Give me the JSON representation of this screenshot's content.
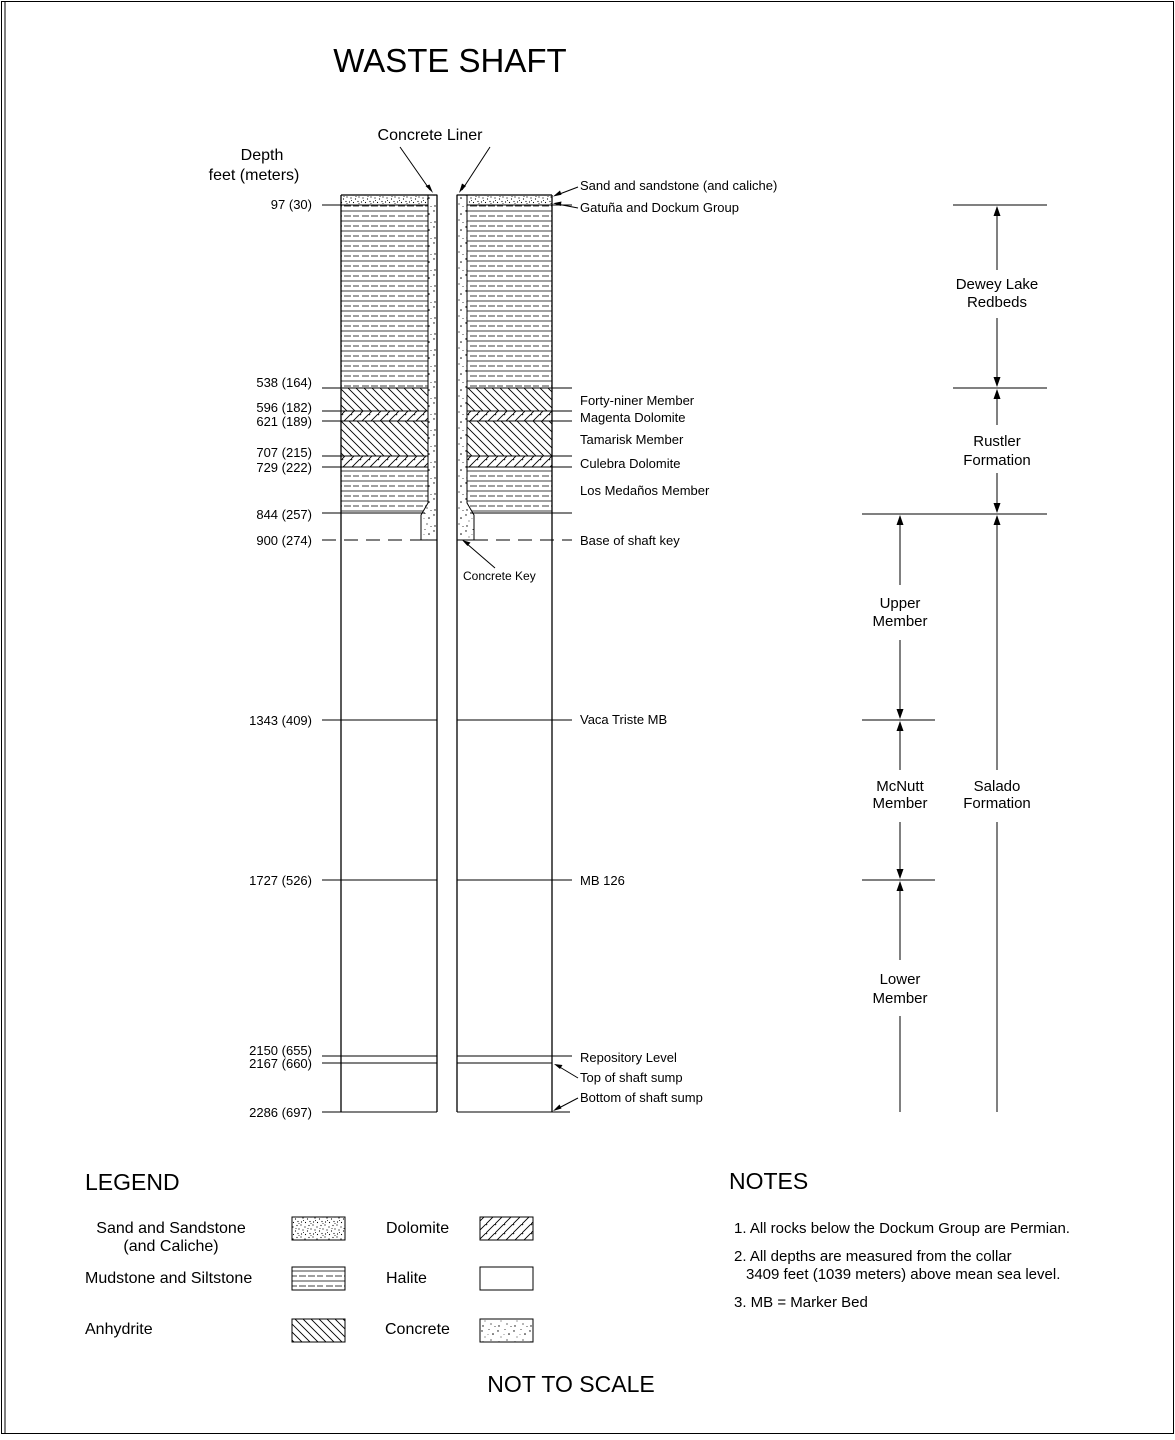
{
  "title": "WASTE SHAFT",
  "depth_header": [
    "Depth",
    "feet (meters)"
  ],
  "concrete_liner_label": "Concrete Liner",
  "concrete_key_label": "Concrete Key",
  "depths": [
    {
      "feet": 97,
      "label": "97 (30)"
    },
    {
      "feet": 538,
      "label": "538 (164)"
    },
    {
      "feet": 596,
      "label": "596 (182)"
    },
    {
      "feet": 621,
      "label": "621 (189)"
    },
    {
      "feet": 707,
      "label": "707 (215)"
    },
    {
      "feet": 729,
      "label": "729 (222)"
    },
    {
      "feet": 844,
      "label": "844 (257)"
    },
    {
      "feet": 900,
      "label": "900 (274)"
    },
    {
      "feet": 1343,
      "label": "1343 (409)"
    },
    {
      "feet": 1727,
      "label": "1727 (526)"
    },
    {
      "feet": 2150,
      "label": "2150 (655)"
    },
    {
      "feet": 2167,
      "label": "2167 (660)"
    },
    {
      "feet": 2286,
      "label": "2286 (697)"
    }
  ],
  "layer_labels": [
    "Sand and sandstone (and caliche)",
    "Gatuña and Dockum Group",
    "Forty-niner Member",
    "Magenta Dolomite",
    "Tamarisk Member",
    "Culebra Dolomite",
    "Los Medaños Member",
    "Base of shaft key",
    "Vaca Triste MB",
    "MB 126",
    "Repository Level",
    "Top of shaft sump",
    "Bottom of shaft sump"
  ],
  "formations": [
    [
      "Dewey Lake",
      "Redbeds"
    ],
    [
      "Rustler",
      "Formation"
    ],
    [
      "Salado",
      "Formation"
    ]
  ],
  "members": [
    [
      "Upper",
      "Member"
    ],
    [
      "McNutt",
      "Member"
    ],
    [
      "Lower",
      "Member"
    ]
  ],
  "legend": {
    "title": "LEGEND",
    "items": [
      {
        "label": [
          "Sand and Sandstone",
          "(and Caliche)"
        ],
        "pattern": "sand"
      },
      {
        "label": [
          "Mudstone and Siltstone"
        ],
        "pattern": "mudstone"
      },
      {
        "label": [
          "Anhydrite"
        ],
        "pattern": "anhydrite"
      },
      {
        "label": [
          "Dolomite"
        ],
        "pattern": "dolomite"
      },
      {
        "label": [
          "Halite"
        ],
        "pattern": "halite"
      },
      {
        "label": [
          "Concrete"
        ],
        "pattern": "concrete"
      }
    ]
  },
  "notes": {
    "title": "NOTES",
    "items": [
      [
        "1. All rocks below the Dockum Group are Permian."
      ],
      [
        "2. All depths are measured from the collar",
        "3409 feet (1039 meters) above mean sea level."
      ],
      [
        "3. MB = Marker Bed"
      ]
    ]
  },
  "footer": "NOT TO SCALE"
}
